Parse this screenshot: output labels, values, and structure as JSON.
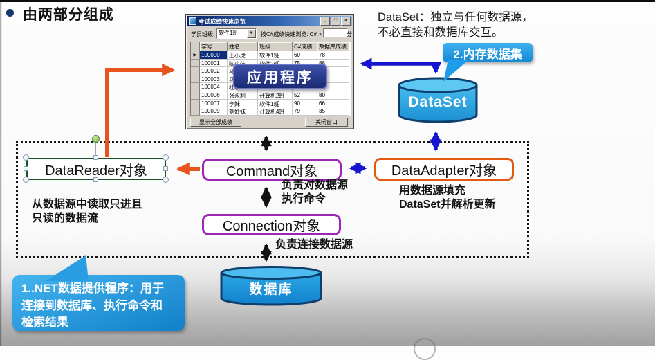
{
  "slide": {
    "bullet_title": "由两部分组成"
  },
  "app_window": {
    "title": "考试成绩快速浏览",
    "titlebar": {
      "min": "_",
      "max": "□",
      "close": "×"
    },
    "toolbar": {
      "class_label": "学员班级:",
      "class_value": "软件1班",
      "filter_label": "按C#成绩快速浏览: C# >",
      "filter_value": "",
      "unit_label": "分"
    },
    "table": {
      "headers": [
        "学号",
        "姓名",
        "班级",
        "C#成绩",
        "数据库成绩"
      ],
      "row_marker": "▶",
      "rows": [
        {
          "id": "100000",
          "name": "王小虎",
          "cls": "软件1班",
          "cs": "60",
          "db": "78"
        },
        {
          "id": "100001",
          "name": "陈小伟",
          "cls": "软件2班",
          "cs": "75",
          "db": "88"
        },
        {
          "id": "100002",
          "name": "马小",
          "cls": "",
          "cs": "",
          "db": ""
        },
        {
          "id": "100003",
          "name": "马小",
          "cls": "",
          "cs": "",
          "db": ""
        },
        {
          "id": "100004",
          "name": "杜小",
          "cls": "",
          "cs": "",
          "db": ""
        },
        {
          "id": "100006",
          "name": "张永利",
          "cls": "计算机2班",
          "cs": "52",
          "db": "80"
        },
        {
          "id": "100007",
          "name": "李妹",
          "cls": "软件1班",
          "cs": "90",
          "db": "66"
        },
        {
          "id": "100009",
          "name": "刘妙妹",
          "cls": "计算机4班",
          "cs": "79",
          "db": "35"
        }
      ]
    },
    "buttons": {
      "show_all": "显示全部成绩",
      "close": "关闭窗口"
    }
  },
  "overlay": {
    "app_label": "应用程序"
  },
  "diagram": {
    "datareader_label": "DataReader对象",
    "command_label": "Command对象",
    "dataadapter_label": "DataAdapter对象",
    "connection_label": "Connection对象",
    "dataset_label": "DataSet",
    "database_label": "数据库"
  },
  "notes": {
    "dataset_note_line1": "DataSet：独立与任何数据源，",
    "dataset_note_line2": "不必直接和数据库交互。",
    "callout2": "2.内存数据集",
    "callout1_line1": "1..NET数据提供程序：用于",
    "callout1_line2": "连接到数据库、执行命令和",
    "callout1_line3": "检索结果",
    "reader_desc_line1": "从数据源中读取只进且",
    "reader_desc_line2": "只读的数据流",
    "command_desc_line1": "负责对数据源",
    "command_desc_line2": "执行命令",
    "adapter_desc_line1": "用数据源填充",
    "adapter_desc_line2": "DataSet并解析更新",
    "connection_desc": "负责连接数据源"
  },
  "colors": {
    "arrow_orange": "#e8541d",
    "arrow_blue": "#1515cf",
    "arrow_black": "#111111",
    "cylinder_blue": "#29a7e1",
    "callout_blue": "#1f9ce9",
    "purple_border": "#9b26b6",
    "adapter_border": "#e05b10",
    "reader_border": "#194f2a",
    "app_label_navy": "#1b2a74"
  }
}
